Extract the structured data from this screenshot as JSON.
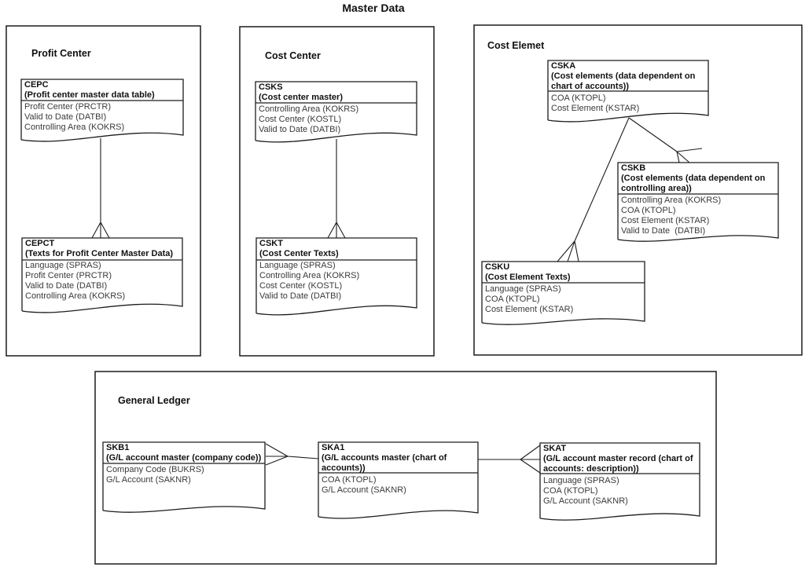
{
  "title": "Master Data",
  "colors": {
    "line": "#1c1c1c",
    "heading_text": "#101010",
    "field_text": "#3a3a3a",
    "background": "#ffffff"
  },
  "sections": [
    {
      "label": "Profit Center"
    },
    {
      "label": "Cost Center"
    },
    {
      "label": "Cost Elemet"
    },
    {
      "label": "General Ledger"
    }
  ],
  "entities": [
    {
      "name": "CEPC",
      "desc_lines": [
        "(Profit center master data table)"
      ],
      "fields": [
        "Profit Center (PRCTR)",
        "Valid to Date (DATBI)",
        "Controlling Area (KOKRS)"
      ]
    },
    {
      "name": "CEPCT",
      "desc_lines": [
        "(Texts for Profit Center Master Data)"
      ],
      "fields": [
        "Language (SPRAS)",
        "Profit Center (PRCTR)",
        "Valid to Date (DATBI)",
        "Controlling Area (KOKRS)"
      ]
    },
    {
      "name": "CSKS",
      "desc_lines": [
        "(Cost center master)"
      ],
      "fields": [
        "Controlling Area (KOKRS)",
        "Cost Center (KOSTL)",
        "Valid to Date (DATBI)"
      ]
    },
    {
      "name": "CSKT",
      "desc_lines": [
        "(Cost Center Texts)"
      ],
      "fields": [
        "Language (SPRAS)",
        "Controlling Area (KOKRS)",
        "Cost Center (KOSTL)",
        "Valid to Date (DATBI)"
      ]
    },
    {
      "name": "CSKA",
      "desc_lines": [
        "(Cost elements (data dependent on",
        "chart of accounts))"
      ],
      "fields": [
        "COA (KTOPL)",
        "Cost Element (KSTAR)"
      ]
    },
    {
      "name": "CSKB",
      "desc_lines": [
        "(Cost elements (data dependent on",
        "controlling area))"
      ],
      "fields": [
        "Controlling Area (KOKRS)",
        "COA (KTOPL)",
        "Cost Element (KSTAR)",
        "Valid to Date  (DATBI)"
      ]
    },
    {
      "name": "CSKU",
      "desc_lines": [
        "(Cost Element Texts)"
      ],
      "fields": [
        "Language (SPRAS)",
        "COA (KTOPL)",
        "Cost Element (KSTAR)"
      ]
    },
    {
      "name": "SKB1",
      "desc_lines": [
        "(G/L account master (company code))"
      ],
      "fields": [
        "Company Code (BUKRS)",
        "G/L Account (SAKNR)"
      ]
    },
    {
      "name": "SKA1",
      "desc_lines": [
        "(G/L accounts master (chart of",
        "accounts))"
      ],
      "fields": [
        "COA (KTOPL)",
        "G/L Account (SAKNR)"
      ]
    },
    {
      "name": "SKAT",
      "desc_lines": [
        "(G/L account master record (chart of",
        "accounts: description))"
      ],
      "fields": [
        "Language (SPRAS)",
        "COA (KTOPL)",
        "G/L Account (SAKNR)"
      ]
    }
  ],
  "relationships": [
    {
      "from": "CEPC",
      "to": "CEPCT",
      "type": "one-to-many"
    },
    {
      "from": "CSKS",
      "to": "CSKT",
      "type": "one-to-many"
    },
    {
      "from": "CSKA",
      "to": "CSKU",
      "type": "one-to-many"
    },
    {
      "from": "CSKA",
      "to": "CSKB",
      "type": "one-to-many"
    },
    {
      "from": "SKA1",
      "to": "SKB1",
      "type": "one-to-many"
    },
    {
      "from": "SKA1",
      "to": "SKAT",
      "type": "one-to-many"
    }
  ]
}
